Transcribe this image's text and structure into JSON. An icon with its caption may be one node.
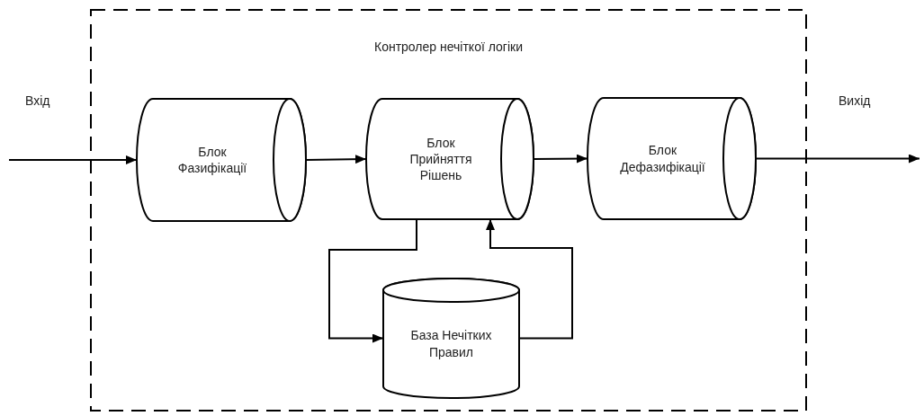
{
  "diagram": {
    "nodes": [
      {
        "text": [
          "Контролер нечіткої логіки"
        ]
      },
      {
        "text": [
          "Блок Фазифікації"
        ],
        "in": 0
      },
      {
        "text": [
          "Блок Прийняття Рішень"
        ],
        "in": 0
      },
      {
        "text": [
          "Блок Дефазифікації"
        ],
        "in": 0
      },
      {
        "text": [
          "База Нечітких Правил"
        ],
        "in": 0
      }
    ],
    "edges": [
      {
        "from": null,
        "to": 1,
        "arrow": "to"
      },
      {
        "from": 1,
        "to": 2,
        "arrow": "to"
      },
      {
        "from": 2,
        "to": 3,
        "arrow": "to"
      },
      {
        "from": 3,
        "to": null,
        "arrow": "to"
      },
      {
        "from": 2,
        "to": 4,
        "arrow": "to"
      },
      {
        "from": 4,
        "to": 2,
        "arrow": "to"
      }
    ],
    "labels": [
      "Вхід",
      "Вихід"
    ]
  }
}
